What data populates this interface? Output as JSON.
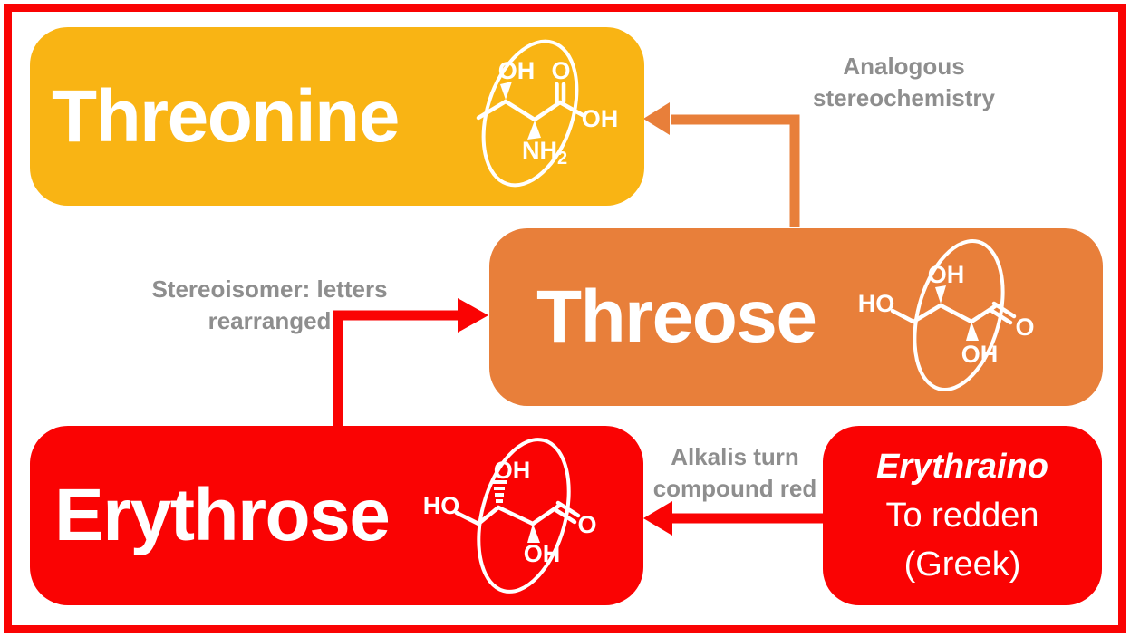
{
  "palette": {
    "frame_red": "#fa0303",
    "box_yellow": "#f9b414",
    "box_orange": "#e87f3a",
    "box_red": "#fa0303",
    "annotation_gray": "#8e8e8e",
    "label_white": "#ffffff"
  },
  "boxes": {
    "threonine": {
      "label": "Threonine"
    },
    "threose": {
      "label": "Threose"
    },
    "erythrose": {
      "label": "Erythrose"
    },
    "erythraino": {
      "word": "Erythraino",
      "meaning": "To redden",
      "language": "(Greek)"
    }
  },
  "annotations": {
    "analogous": {
      "line1": "Analogous",
      "line2": "stereochemistry"
    },
    "stereoisomer": {
      "line1": "Stereoisomer: letters",
      "line2": "rearranged"
    },
    "alkalis": {
      "line1": "Alkalis turn",
      "line2": "compound red"
    }
  },
  "structures": {
    "threonine": {
      "oh_top": "OH",
      "o": "O",
      "oh_right": "OH",
      "nh": "NH",
      "nh_sub": "2"
    },
    "threose": {
      "ho": "HO",
      "oh_top": "OH",
      "oh_bottom": "OH",
      "o": "O"
    },
    "erythrose": {
      "ho": "HO",
      "oh_top": "OH",
      "oh_bottom": "OH",
      "o": "O"
    }
  }
}
